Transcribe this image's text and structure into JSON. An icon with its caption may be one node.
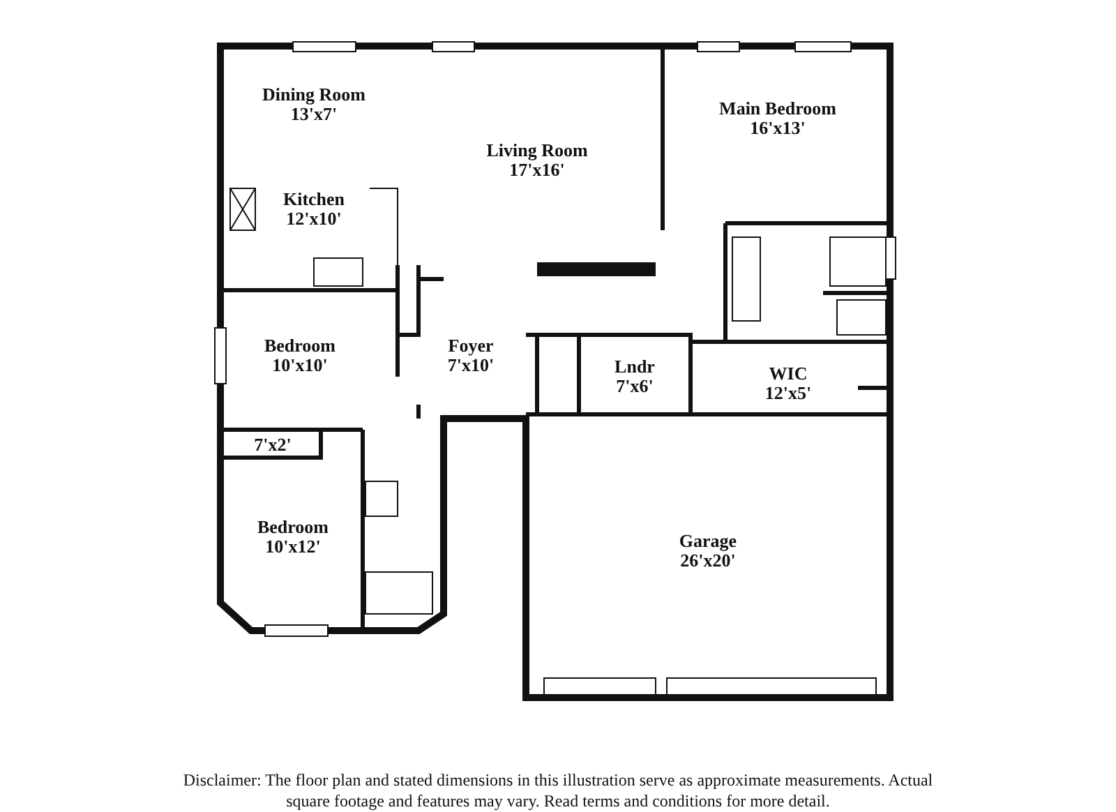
{
  "diagram": {
    "caption": "Disclaimer: The floor plan and stated dimensions in this illustration serve as approximate measurements. Actual square footage and features may vary. Read terms and conditions for more detail.",
    "nodes": [
      {
        "text": [
          "Dining Room",
          "13'x7'"
        ]
      },
      {
        "text": [
          "Living Room",
          "17'x16'"
        ]
      },
      {
        "text": [
          "Main Bedroom",
          "16'x13'"
        ]
      },
      {
        "text": [
          "Kitchen",
          "12'x10'"
        ]
      },
      {
        "text": [
          "Bedroom",
          "10'x10'"
        ]
      },
      {
        "text": [
          "Foyer",
          "7'x10'"
        ]
      },
      {
        "text": [
          "Lndr",
          "7'x6'"
        ]
      },
      {
        "text": [
          "WIC",
          "12'x5'"
        ]
      },
      {
        "text": [
          "7'x2'"
        ]
      },
      {
        "text": [
          "Bedroom",
          "10'x12'"
        ]
      },
      {
        "text": [
          "Garage",
          "26'x20'"
        ]
      }
    ]
  }
}
